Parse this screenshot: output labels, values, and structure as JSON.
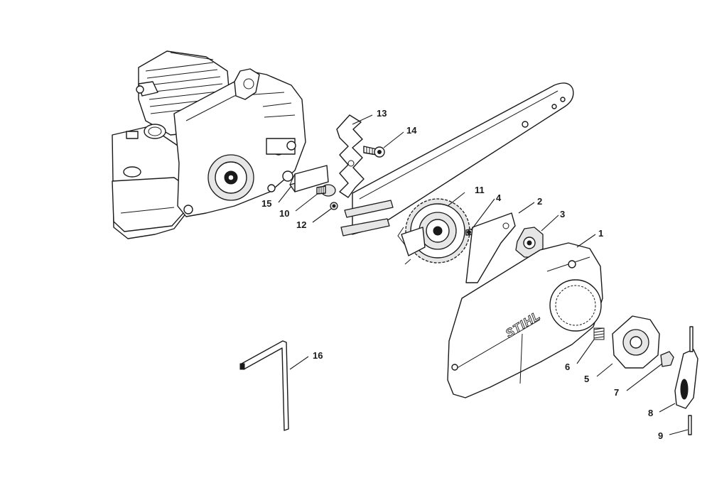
{
  "diagram": {
    "brand_text": "STIHL",
    "callouts": [
      {
        "id": "c1",
        "label": "1"
      },
      {
        "id": "c2",
        "label": "2"
      },
      {
        "id": "c3",
        "label": "3"
      },
      {
        "id": "c4",
        "label": "4"
      },
      {
        "id": "c5",
        "label": "5"
      },
      {
        "id": "c6",
        "label": "6"
      },
      {
        "id": "c7",
        "label": "7"
      },
      {
        "id": "c8",
        "label": "8"
      },
      {
        "id": "c9",
        "label": "9"
      },
      {
        "id": "c10",
        "label": "10"
      },
      {
        "id": "c11",
        "label": "11"
      },
      {
        "id": "c12",
        "label": "12"
      },
      {
        "id": "c13",
        "label": "13"
      },
      {
        "id": "c14",
        "label": "14"
      },
      {
        "id": "c15",
        "label": "15"
      },
      {
        "id": "c16",
        "label": "16"
      }
    ]
  }
}
